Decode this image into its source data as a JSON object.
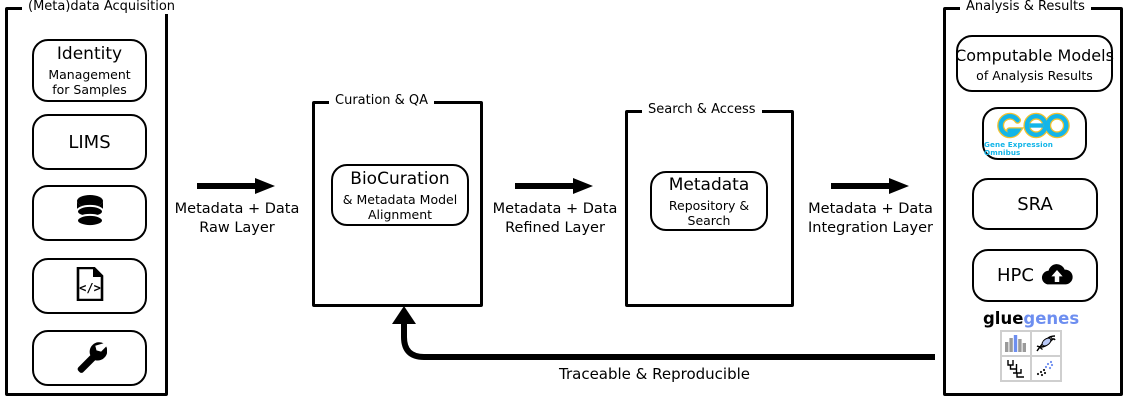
{
  "diagram": {
    "title_implicit": "Metadata and data flow across acquisition, curation, search and analysis",
    "panels": [
      {
        "id": "acquisition",
        "title": "(Meta)data Acquisition",
        "nodes": [
          {
            "id": "identity",
            "line1": "Identity",
            "line2_a": "Management",
            "line2_b": "for Samples",
            "icon": null
          },
          {
            "id": "lims",
            "line1": "LIMS",
            "line2_a": "",
            "line2_b": "",
            "icon": null
          },
          {
            "id": "database",
            "line1": "",
            "line2_a": "",
            "line2_b": "",
            "icon": "database-icon"
          },
          {
            "id": "codefile",
            "line1": "",
            "line2_a": "",
            "line2_b": "",
            "icon": "code-file-icon"
          },
          {
            "id": "wrench",
            "line1": "",
            "line2_a": "",
            "line2_b": "",
            "icon": "wrench-icon"
          }
        ]
      },
      {
        "id": "curation",
        "title": "Curation & QA",
        "nodes": [
          {
            "id": "biocuration",
            "line1": "BioCuration",
            "line2_a": "& Metadata Model",
            "line2_b": "Alignment",
            "icon": null
          }
        ]
      },
      {
        "id": "search",
        "title": "Search & Access",
        "nodes": [
          {
            "id": "metadata-repo",
            "line1": "Metadata",
            "line2_a": "Repository &",
            "line2_b": "Search",
            "icon": null
          }
        ]
      },
      {
        "id": "analysis",
        "title": "Analysis & Results",
        "nodes": [
          {
            "id": "computable-models",
            "line1": "Computable Models",
            "line2_a": "of Analysis Results",
            "line2_b": "",
            "icon": null
          },
          {
            "id": "geo",
            "line1": "GEO",
            "line2_a": "Gene Expression Omnibus",
            "line2_b": "",
            "icon": "geo-logo-icon"
          },
          {
            "id": "sra",
            "line1": "SRA",
            "line2_a": "",
            "line2_b": "",
            "icon": null
          },
          {
            "id": "hpc",
            "line1": "HPC",
            "line2_a": "",
            "line2_b": "",
            "icon": "cloud-upload-icon"
          }
        ],
        "brand": {
          "word_a": "glue",
          "word_b": "genes",
          "tiles": [
            "bar-chart-icon",
            "dna-helix-icon",
            "dendrogram-icon",
            "scatter-dots-icon"
          ]
        }
      }
    ],
    "arrows": [
      {
        "id": "arrow-1",
        "label_a": "Metadata + Data",
        "label_b": "Raw Layer"
      },
      {
        "id": "arrow-2",
        "label_a": "Metadata + Data",
        "label_b": "Refined Layer"
      },
      {
        "id": "arrow-3",
        "label_a": "Metadata + Data",
        "label_b": "Integration Layer"
      }
    ],
    "feedback": {
      "label": "Traceable & Reproducible"
    },
    "colors": {
      "stroke": "#000000",
      "background": "#ffffff",
      "geo_cyan": "#13b5e8",
      "geo_gold": "#f2c230",
      "gluegenes_blue": "#6d8ef0",
      "tile_blue": "#6d8ef0",
      "tile_gray": "#9a9a9a"
    }
  }
}
